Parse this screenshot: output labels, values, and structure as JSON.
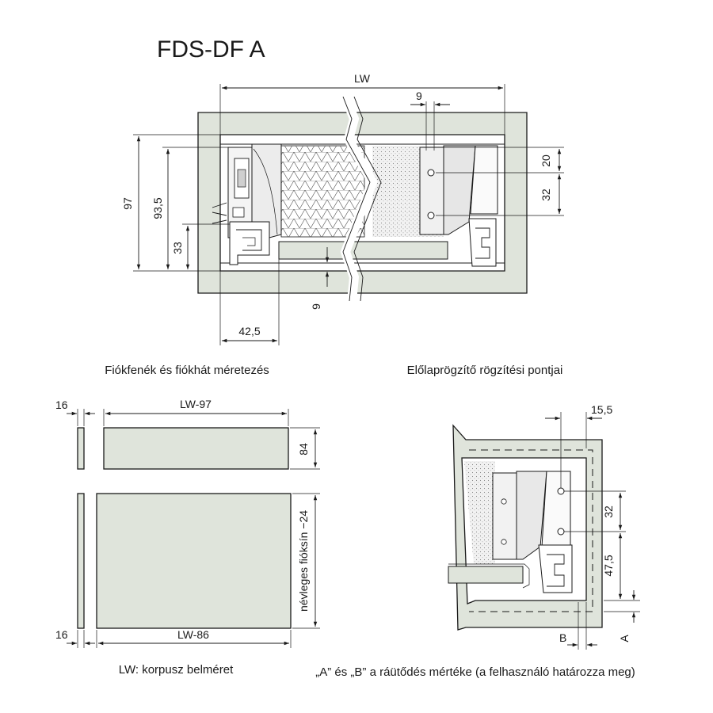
{
  "title": "FDS-DF A",
  "captions": {
    "sizing": "Fiókfenék és fiókhát méretezés",
    "fixing": "Előlaprögzítő rögzítési pontjai",
    "lw_note": "LW: korpusz belméret",
    "ab_note": "„A” és „B” a ráütődés mértéke (a felhasználó határozza meg)"
  },
  "top_view": {
    "lw": "LW",
    "d9_top": "9",
    "d20": "20",
    "d32": "32",
    "d97": "97",
    "d93_5": "93,5",
    "d33": "33",
    "d9_bottom": "9",
    "d42_5": "42,5"
  },
  "sizing_view": {
    "d16_top": "16",
    "lw_97": "LW-97",
    "d84": "84",
    "d16_bottom": "16",
    "lw_86": "LW-86",
    "nominal": "névleges fióksín −24"
  },
  "fixing_view": {
    "d15_5": "15,5",
    "d32": "32",
    "d47_5": "47,5",
    "label_a": "A",
    "label_b": "B"
  },
  "colors": {
    "panel": "#dfe4db",
    "line": "#1a1a1a",
    "dotted": "#d9d9d9"
  }
}
